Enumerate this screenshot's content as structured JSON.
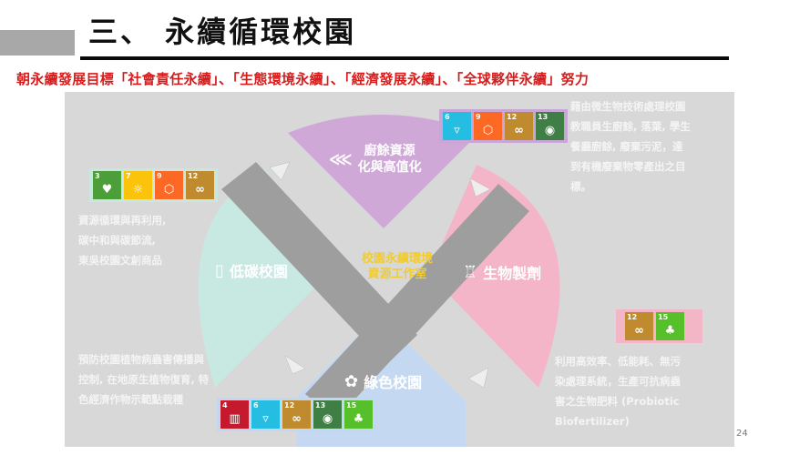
{
  "header": {
    "title": "三、 永續循環校園",
    "subtitle": "朝永續發展目標「社會責任永續」、「生態環境永續」、「經濟發展永續」、「全球夥伴永續」努力"
  },
  "diagram": {
    "center": {
      "line1": "校園永續環境",
      "line2": "資源工作室",
      "color": "#f2cc2e"
    },
    "segments": {
      "top": {
        "line1": "廚餘資源",
        "line2": "化與高值化",
        "icon": "fish-bone-icon",
        "color": "#cfa8d8"
      },
      "left": {
        "label": "低碳校園",
        "icon": "coffee-cup-icon",
        "color": "#c8e8e2"
      },
      "right": {
        "label": "生物製劑",
        "icon": "robot-icon",
        "color": "#f5b5c8"
      },
      "bottom": {
        "label": "綠色校園",
        "icon": "potted-plant-icon",
        "color": "#c4d9f1"
      }
    },
    "descriptions": {
      "top_right": [
        "藉由微生物技術處理校園",
        "教職員生廚餘, 落葉, 學生",
        "餐廳廚餘, 廢棄污泥，達",
        "到有機廢棄物零產出之目",
        "標。"
      ],
      "left": [
        "資源循環與再利用,",
        "碳中和與碳節流,",
        "東吳校園文創商品"
      ],
      "bottom_left": [
        "預防校園植物病蟲害傳播與",
        "控制, 在地原生植物復育, 特",
        "色經濟作物示範點栽種"
      ],
      "bottom_right": [
        "利用高效率、低能耗、無污",
        "染處理系統，生產可抗病蟲",
        "害之生物肥料 (Probiotic",
        "Biofertilizer)"
      ]
    },
    "sdg_strips": {
      "top": [
        {
          "num": "6",
          "color": "#26bde2",
          "icon": "water-drop-icon",
          "glyph": "▿"
        },
        {
          "num": "9",
          "color": "#fd6925",
          "icon": "cubes-icon",
          "glyph": "⬡"
        },
        {
          "num": "12",
          "color": "#bf8b2e",
          "icon": "infinity-icon",
          "glyph": "∞"
        },
        {
          "num": "13",
          "color": "#3f7e44",
          "icon": "eye-globe-icon",
          "glyph": "◉"
        }
      ],
      "left": [
        {
          "num": "3",
          "color": "#4c9f38",
          "icon": "heartbeat-icon",
          "glyph": "♥"
        },
        {
          "num": "7",
          "color": "#fcc30b",
          "icon": "sun-icon",
          "glyph": "☼"
        },
        {
          "num": "9",
          "color": "#fd6925",
          "icon": "cubes-icon",
          "glyph": "⬡"
        },
        {
          "num": "12",
          "color": "#bf8b2e",
          "icon": "infinity-icon",
          "glyph": "∞"
        }
      ],
      "right": [
        {
          "num": "12",
          "color": "#bf8b2e",
          "icon": "infinity-icon",
          "glyph": "∞"
        },
        {
          "num": "15",
          "color": "#56c02b",
          "icon": "tree-icon",
          "glyph": "♣"
        }
      ],
      "bottom": [
        {
          "num": "4",
          "color": "#c5192d",
          "icon": "book-icon",
          "glyph": "▥"
        },
        {
          "num": "6",
          "color": "#26bde2",
          "icon": "water-drop-icon",
          "glyph": "▿"
        },
        {
          "num": "12",
          "color": "#bf8b2e",
          "icon": "infinity-icon",
          "glyph": "∞"
        },
        {
          "num": "13",
          "color": "#3f7e44",
          "icon": "eye-globe-icon",
          "glyph": "◉"
        },
        {
          "num": "15",
          "color": "#56c02b",
          "icon": "tree-icon",
          "glyph": "♣"
        }
      ]
    }
  },
  "footer": {
    "page_number": "24"
  }
}
